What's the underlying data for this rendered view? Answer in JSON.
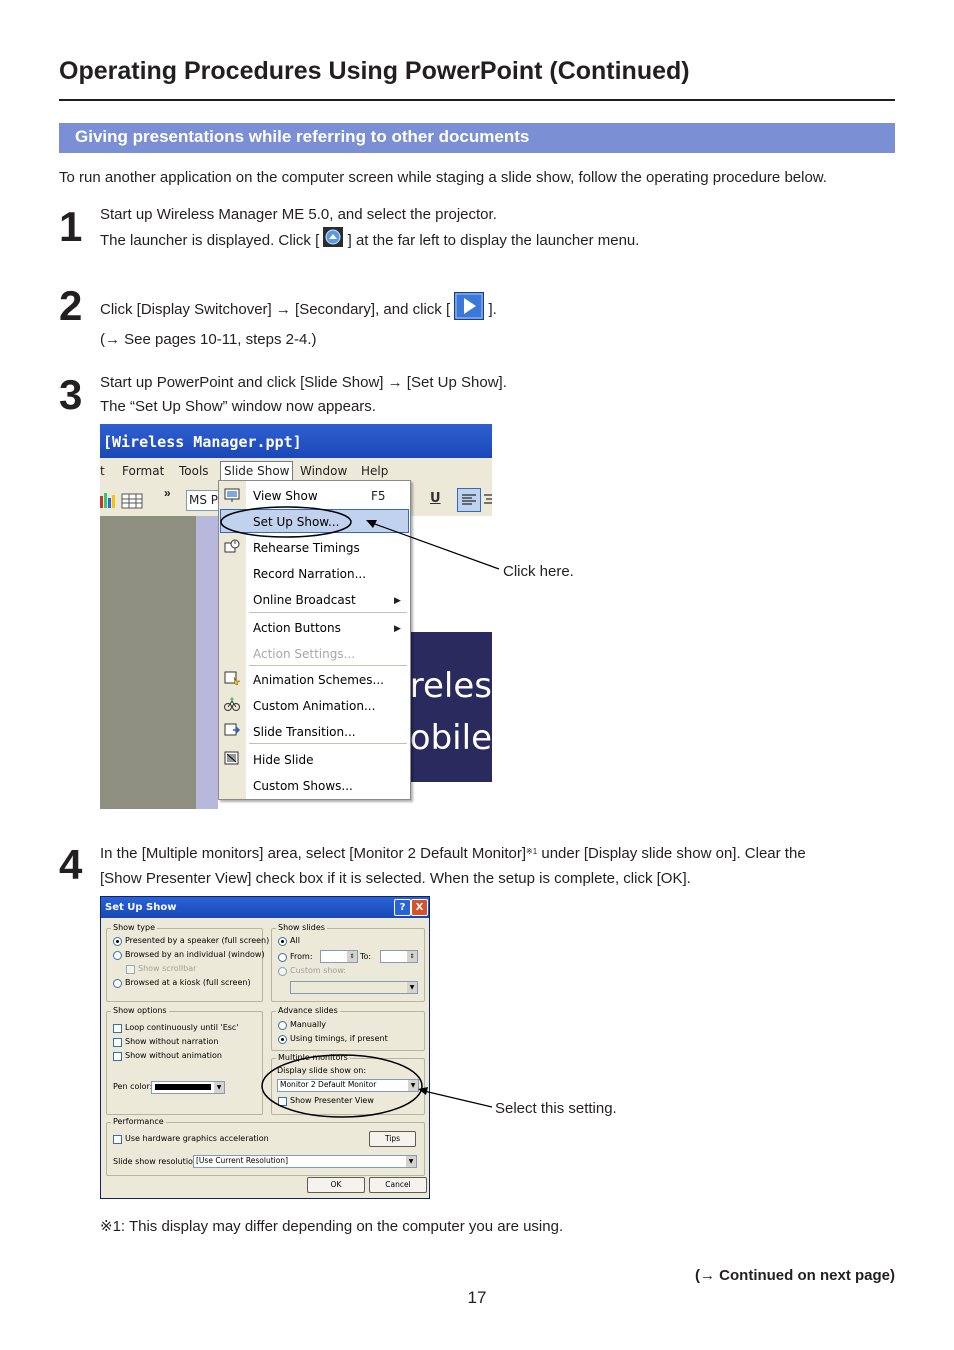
{
  "page": {
    "title": "Operating Procedures Using PowerPoint (Continued)",
    "section_heading": "Giving presentations while referring to other documents",
    "intro": "To run another application on the computer screen while staging a slide show, follow the operating procedure below.",
    "continued": "(→ Continued on next page)",
    "page_number": "17",
    "footnote": "※1: This display may differ depending on the computer you are using."
  },
  "steps": [
    {
      "number": "1",
      "line1": "Start up Wireless Manager ME 5.0, and select the projector.",
      "line2_before": "The launcher is displayed. Click [",
      "line2_icon": "launcher-up-icon",
      "line2_after": "] at the far left to display the launcher menu."
    },
    {
      "number": "2",
      "line1_before": "Click [Display Switchover] → [Secondary], and click [",
      "line1_icon": "play-triangle-icon",
      "line1_after": "].",
      "line2": "(→ See pages 10-11, steps 2-4.)"
    },
    {
      "number": "3",
      "line1": "Start up PowerPoint and click [Slide Show] → [Set Up Show].",
      "line2": "The “Set Up Show” window now appears."
    },
    {
      "number": "4",
      "line1_before": "In the [Multiple monitors] area, select [Monitor 2 Default Monitor]",
      "line1_sup": "※1",
      "line1_after": " under [Display slide show on]. Clear the",
      "line2": "[Show Presenter View] check box if it is selected. When the setup is complete, click [OK]."
    }
  ],
  "screenshot_menu": {
    "window_title": "[Wireless Manager.ppt]",
    "menubar": [
      "t",
      "Format",
      "Tools",
      "Slide Show",
      "Window",
      "Help"
    ],
    "font_box": "MS P",
    "toolbar_u": "U",
    "slide_text_1": "ireles",
    "slide_text_2": "nobile",
    "items": [
      {
        "label": "View Show",
        "shortcut": "F5"
      },
      {
        "label": "Set Up Show..."
      },
      {
        "label": "Rehearse Timings"
      },
      {
        "label": "Record Narration..."
      },
      {
        "label": "Online Broadcast",
        "submenu": "▶"
      },
      {
        "label": "Action Buttons",
        "submenu": "▶"
      },
      {
        "label": "Action Settings..."
      },
      {
        "label": "Animation Schemes..."
      },
      {
        "label": "Custom Animation..."
      },
      {
        "label": "Slide Transition..."
      },
      {
        "label": "Hide Slide"
      },
      {
        "label": "Custom Shows..."
      }
    ],
    "callout": "Click here."
  },
  "screenshot_dialog": {
    "title": "Set Up Show",
    "help_btn": "?",
    "close_btn": "X",
    "show_type": {
      "label": "Show type",
      "options": [
        "Presented by a speaker (full screen)",
        "Browsed by an individual (window)",
        "Browsed at a kiosk (full screen)"
      ],
      "scrollbar": "Show scrollbar"
    },
    "show_slides": {
      "label": "Show slides",
      "all": "All",
      "from": "From:",
      "to": "To:",
      "custom": "Custom show:"
    },
    "show_options": {
      "label": "Show options",
      "items": [
        "Loop continuously until 'Esc'",
        "Show without narration",
        "Show without animation"
      ],
      "pen_color": "Pen color:"
    },
    "advance": {
      "label": "Advance slides",
      "manually": "Manually",
      "timings": "Using timings, if present"
    },
    "monitors": {
      "label": "Multiple monitors",
      "display_on": "Display slide show on:",
      "selected": "Monitor 2 Default Monitor",
      "presenter_view": "Show Presenter View"
    },
    "performance": {
      "label": "Performance",
      "hw": "Use hardware graphics acceleration",
      "tips": "Tips",
      "resolution_label": "Slide show resolution:",
      "resolution": "[Use Current Resolution]"
    },
    "ok": "OK",
    "cancel": "Cancel",
    "callout": "Select this setting."
  },
  "colors": {
    "section_bar": "#7b8fd4",
    "xp_title": "#1b48b8"
  }
}
